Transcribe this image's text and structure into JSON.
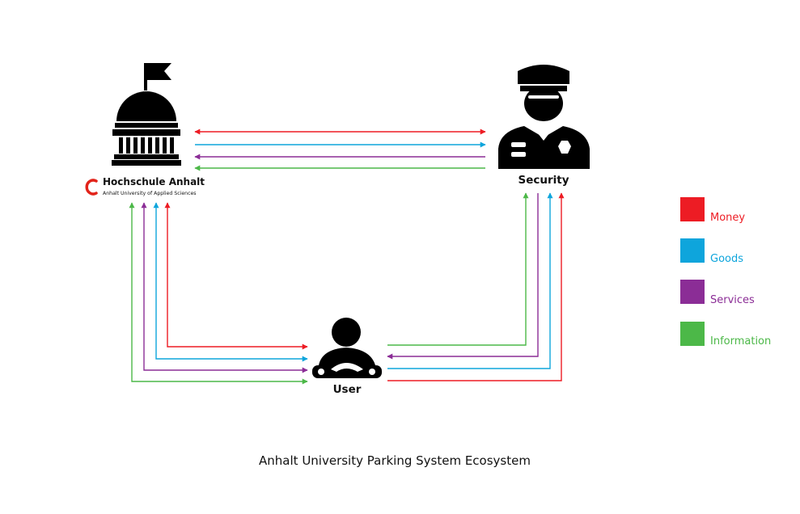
{
  "diagram": {
    "caption": "Anhalt University Parking System Ecosystem",
    "nodes": {
      "university": {
        "name": "Hochschule Anhalt",
        "subtitle": "Anhalt University of Applied Sciences",
        "icon": "government-building-icon"
      },
      "security": {
        "label": "Security",
        "icon": "security-guard-icon"
      },
      "user": {
        "label": "User",
        "icon": "car-driver-icon"
      }
    },
    "flows": [
      {
        "from": "university",
        "to": "security",
        "type": "money",
        "direction": "both"
      },
      {
        "from": "university",
        "to": "security",
        "type": "goods"
      },
      {
        "from": "security",
        "to": "university",
        "type": "services"
      },
      {
        "from": "security",
        "to": "university",
        "type": "information"
      },
      {
        "from": "user",
        "to": "university",
        "type": "money"
      },
      {
        "from": "university",
        "to": "user",
        "type": "money"
      },
      {
        "from": "university",
        "to": "user",
        "type": "goods"
      },
      {
        "from": "user",
        "to": "university",
        "type": "goods"
      },
      {
        "from": "university",
        "to": "user",
        "type": "services"
      },
      {
        "from": "user",
        "to": "university",
        "type": "services"
      },
      {
        "from": "university",
        "to": "user",
        "type": "information"
      },
      {
        "from": "user",
        "to": "university",
        "type": "information"
      },
      {
        "from": "user",
        "to": "security",
        "type": "information"
      },
      {
        "from": "security",
        "to": "user",
        "type": "services"
      },
      {
        "from": "user",
        "to": "security",
        "type": "goods"
      },
      {
        "from": "user",
        "to": "security",
        "type": "money"
      }
    ]
  },
  "legend": {
    "items": [
      {
        "key": "money",
        "label": "Money",
        "color": "#ed1c24"
      },
      {
        "key": "goods",
        "label": "Goods",
        "color": "#0ea5dc"
      },
      {
        "key": "services",
        "label": "Services",
        "color": "#8b2d96"
      },
      {
        "key": "information",
        "label": "Information",
        "color": "#4cb848"
      }
    ]
  },
  "colors": {
    "money": "#ed1c24",
    "goods": "#0ea5dc",
    "services": "#8b2d96",
    "information": "#4cb848",
    "brand_red": "#e2231a",
    "icon": "#000000"
  }
}
